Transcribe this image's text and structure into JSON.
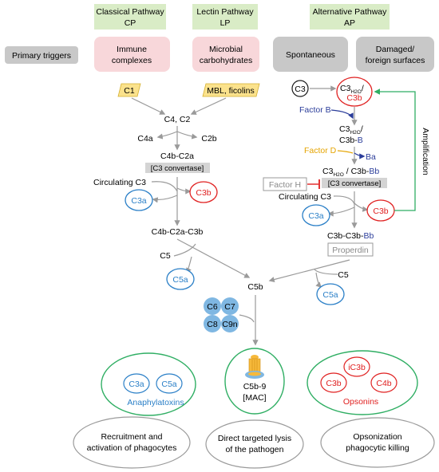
{
  "pathways": {
    "cp": {
      "title": "Classical Pathway",
      "abbr": "CP"
    },
    "lp": {
      "title": "Lectin Pathway",
      "abbr": "LP"
    },
    "ap": {
      "title": "Alternative Pathway",
      "abbr": "AP"
    }
  },
  "primary_triggers_label": "Primary triggers",
  "triggers": {
    "cp": {
      "line1": "Immune",
      "line2": "complexes"
    },
    "lp": {
      "line1": "Microbial",
      "line2": "carbohydrates"
    },
    "ap_spont": "Spontaneous",
    "ap_damaged": {
      "line1": "Damaged/",
      "line2": "foreign surfaces"
    }
  },
  "cp_lp": {
    "c1": "C1",
    "mbl": "MBL, ficolins",
    "c4c2": "C4, C2",
    "c4a": "C4a",
    "c2b": "C2b",
    "c4bc2a": "C4b-C2a",
    "c3_convertase": "[C3 convertase]",
    "circulating_c3": "Circulating C3",
    "c3a": "C3a",
    "c3b": "C3b",
    "c5_convertase": "C4b-C2a-C3b",
    "c5": "C5",
    "c5a": "C5a"
  },
  "ap": {
    "c3": "C3",
    "c3h2o_main": "C3",
    "c3h2o_sub": "H2O",
    "slash": "/",
    "c3b": "C3b",
    "factor_b": "Factor B",
    "c3h2o_c3b_b_line1": "C3",
    "c3h2o_c3b_b_line2_a": "C3b-",
    "c3h2o_c3b_b_line2_b": "B",
    "factor_d": "Factor D",
    "ba": "Ba",
    "bb_line_a": "C3",
    "bb_line_b": " / C3b-",
    "bb_line_c": "Bb",
    "c3_convertase": "[C3 convertase]",
    "factor_h": "Factor H",
    "circulating_c3": "Circulating C3",
    "c3a": "C3a",
    "c3b_2": "C3b",
    "c5conv_a": "C3b-C3b-",
    "c5conv_b": "Bb",
    "properdin": "Properdin",
    "c5": "C5",
    "c5a": "C5a",
    "amplification": "Amplification"
  },
  "terminal": {
    "c5b": "C5b",
    "c6": "C6",
    "c7": "C7",
    "c8": "C8",
    "c9n": "C9n",
    "mac_line1": "C5b-9",
    "mac_line2": "[MAC]"
  },
  "outcomes": {
    "anaphylatoxins": {
      "c3a": "C3a",
      "c5a": "C5a",
      "label": "Anaphylatoxins"
    },
    "opsonins": {
      "ic3b": "iC3b",
      "c3b": "C3b",
      "c4b": "C4b",
      "label": "Opsonins"
    },
    "effects": {
      "recruit": {
        "line1": "Recruitment and",
        "line2": "activation of phagocytes"
      },
      "lysis": {
        "line1": "Direct targeted lysis",
        "line2": "of the pathogen"
      },
      "opson": {
        "line1": "Opsonization",
        "line2": "phagocytic killing"
      }
    }
  },
  "colors": {
    "header_green": "#d9ecc6",
    "trigger_pink": "#f8d7da",
    "trigger_gray": "#c8c8c8",
    "c1_yellow": "#fbe28c",
    "blue": "#2a7fc7",
    "red": "#e02020",
    "green": "#2fae63",
    "navy": "#2b3d9a",
    "factor_d": "#e5a400",
    "mac_blue": "#7fb7e2",
    "gray_line": "#9a9a9a"
  }
}
